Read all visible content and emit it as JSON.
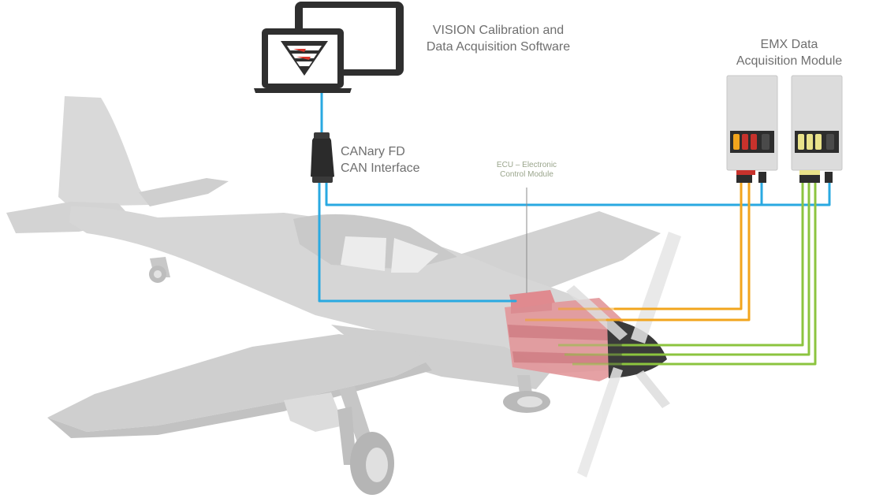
{
  "labels": {
    "software_line1": "VISION Calibration and",
    "software_line2": "Data Acquisition Software",
    "interface_line1": "CANary FD",
    "interface_line2": "CAN Interface",
    "emx_line1": "EMX Data",
    "emx_line2": "Acquisition Module",
    "ecu_line1": "ECU – Electronic",
    "ecu_line2": "Control Module"
  },
  "colors": {
    "can_line": "#29a9e1",
    "orange_line": "#f2a51d",
    "green_line": "#8cc43f",
    "aircraft": "#d8d8d8",
    "aircraft_dark": "#c4c4c4",
    "engine": "#e08a8f",
    "module": "#dcdcdc",
    "monitor": "#2e2e2e"
  },
  "icons": {
    "software_logo": "vision-logo-icon",
    "interface": "can-interface-icon",
    "module": "emx-module-icon",
    "aircraft": "p51-aircraft-icon"
  }
}
